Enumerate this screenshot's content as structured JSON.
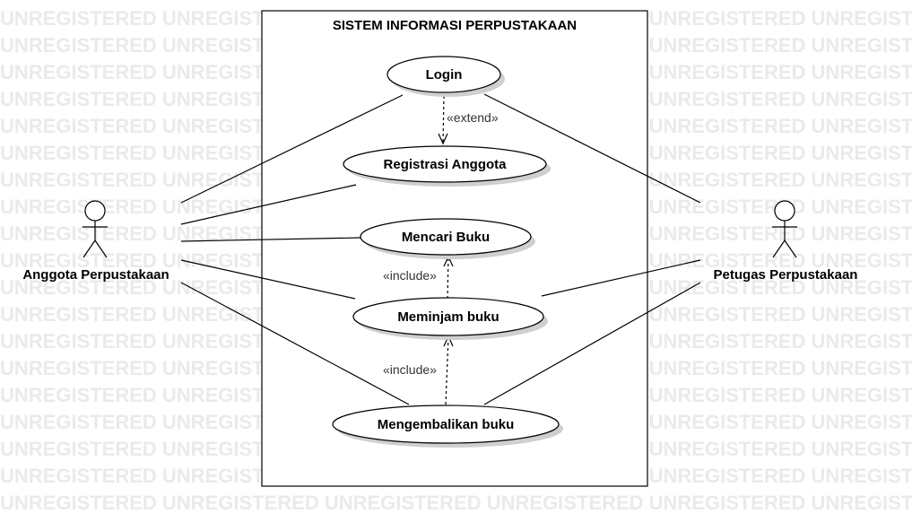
{
  "watermark": {
    "word": "UNREGISTERED"
  },
  "system": {
    "title": "SISTEM INFORMASI PERPUSTAKAAN"
  },
  "actors": [
    {
      "id": "anggota",
      "label": "Anggota Perpustakaan"
    },
    {
      "id": "petugas",
      "label": "Petugas Perpustakaan"
    }
  ],
  "use_cases": [
    {
      "id": "login",
      "label": "Login"
    },
    {
      "id": "registrasi",
      "label": "Registrasi Anggota"
    },
    {
      "id": "mencari",
      "label": "Mencari Buku"
    },
    {
      "id": "meminjam",
      "label": "Meminjam buku"
    },
    {
      "id": "mengembalikan",
      "label": "Mengembalikan buku"
    }
  ],
  "associations": [
    {
      "actor": "anggota",
      "use_case": "login"
    },
    {
      "actor": "anggota",
      "use_case": "registrasi"
    },
    {
      "actor": "anggota",
      "use_case": "mencari"
    },
    {
      "actor": "anggota",
      "use_case": "meminjam"
    },
    {
      "actor": "anggota",
      "use_case": "mengembalikan"
    },
    {
      "actor": "petugas",
      "use_case": "login"
    },
    {
      "actor": "petugas",
      "use_case": "meminjam"
    },
    {
      "actor": "petugas",
      "use_case": "mengembalikan"
    }
  ],
  "dependencies": [
    {
      "from": "login",
      "to": "registrasi",
      "stereotype": "«extend»"
    },
    {
      "from": "meminjam",
      "to": "mencari",
      "stereotype": "«include»"
    },
    {
      "from": "mengembalikan",
      "to": "meminjam",
      "stereotype": "«include»"
    }
  ]
}
